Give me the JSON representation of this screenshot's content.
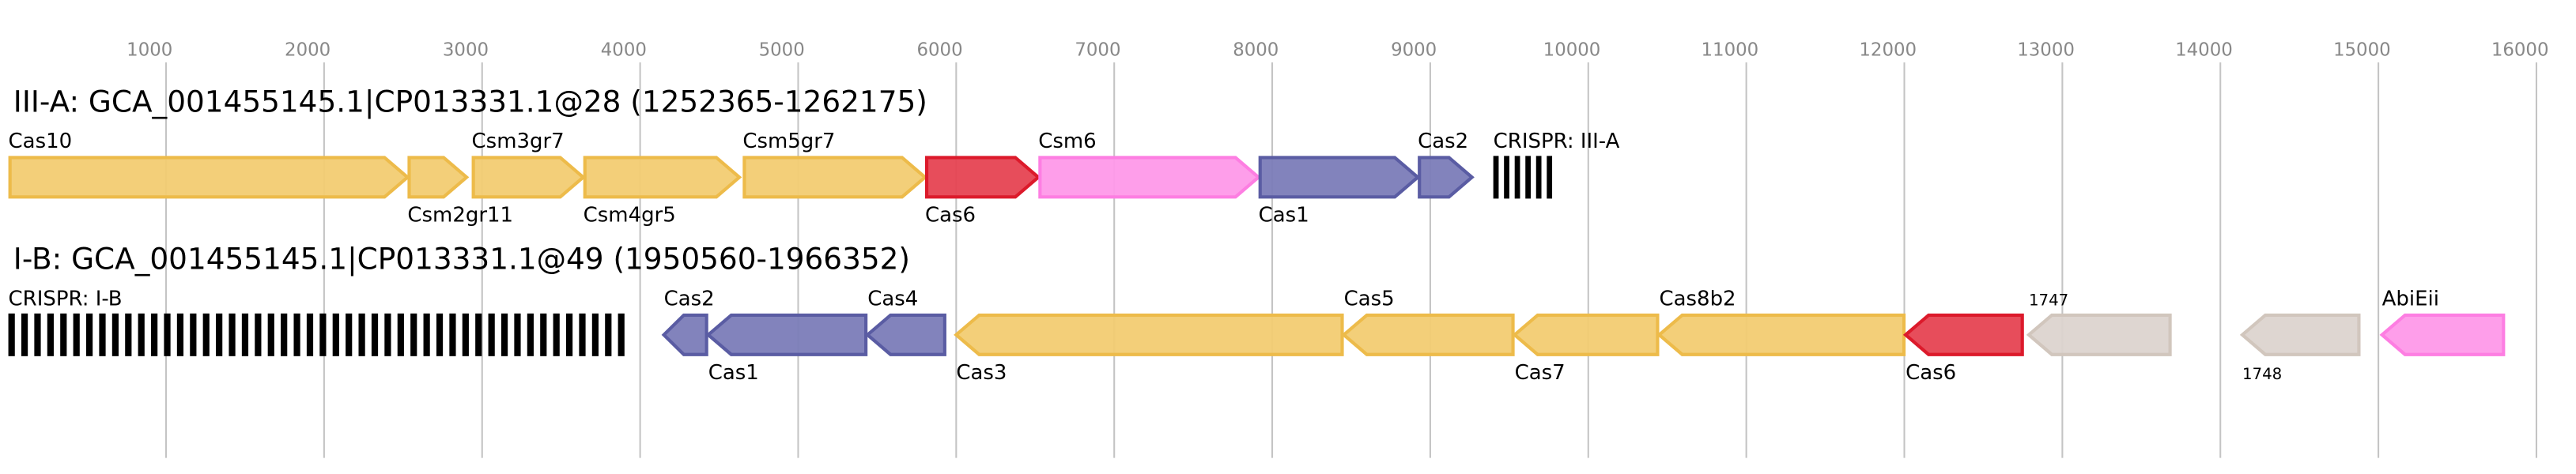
{
  "axis": {
    "ticks": [
      1000,
      2000,
      3000,
      4000,
      5000,
      6000,
      7000,
      8000,
      9000,
      10000,
      11000,
      12000,
      13000,
      14000,
      15000,
      16000
    ]
  },
  "colors": {
    "yellow": {
      "fill": "#f2cc72",
      "stroke": "#edbb4a"
    },
    "red": {
      "fill": "#e64352",
      "stroke": "#dc1a2b"
    },
    "pink": {
      "fill": "#fe99e9",
      "stroke": "#fd7ee2"
    },
    "blue": {
      "fill": "#7b7cb8",
      "stroke": "#5a5ca3"
    },
    "gray": {
      "fill": "#dcd4cf",
      "stroke": "#d1c6bd"
    }
  },
  "loci": [
    {
      "title": "III-A: GCA_001455145.1|CP013331.1@28 (1252365-1262175)",
      "crispr": {
        "label": "CRISPR: III-A",
        "start": 9399,
        "end": 9805,
        "repeats": 6
      },
      "genes": [
        {
          "name": "Cas10",
          "start": 2,
          "end": 2528,
          "strand": "+",
          "color": "yellow",
          "label_pos": "above"
        },
        {
          "name": "Csm2gr11",
          "start": 2528,
          "end": 2902,
          "strand": "+",
          "color": "yellow",
          "label_pos": "below"
        },
        {
          "name": "Csm3gr7",
          "start": 2934,
          "end": 3640,
          "strand": "+",
          "color": "yellow",
          "label_pos": "above"
        },
        {
          "name": "Csm4gr5",
          "start": 3640,
          "end": 4628,
          "strand": "+",
          "color": "yellow",
          "label_pos": "below"
        },
        {
          "name": "Csm5gr7",
          "start": 4649,
          "end": 5803,
          "strand": "+",
          "color": "yellow",
          "label_pos": "above"
        },
        {
          "name": "Cas6",
          "start": 5803,
          "end": 6520,
          "strand": "+",
          "color": "red",
          "label_pos": "below"
        },
        {
          "name": "Csm6",
          "start": 6520,
          "end": 7913,
          "strand": "+",
          "color": "pink",
          "label_pos": "above"
        },
        {
          "name": "Cas1",
          "start": 7913,
          "end": 8921,
          "strand": "+",
          "color": "blue",
          "label_pos": "below"
        },
        {
          "name": "Cas2",
          "start": 8921,
          "end": 9264,
          "strand": "+",
          "color": "blue",
          "label_pos": "above"
        }
      ]
    },
    {
      "title": "I-B: GCA_001455145.1|CP013331.1@49 (1950560-1966352)",
      "crispr": {
        "label": "CRISPR: I-B",
        "start": 2,
        "end": 3942,
        "repeats": 48
      },
      "genes": [
        {
          "name": "Cas2",
          "start": 4150,
          "end": 4431,
          "strand": "-",
          "color": "blue",
          "label_pos": "above"
        },
        {
          "name": "Cas1",
          "start": 4431,
          "end": 5439,
          "strand": "-",
          "color": "blue",
          "label_pos": "below"
        },
        {
          "name": "Cas4",
          "start": 5439,
          "end": 5938,
          "strand": "-",
          "color": "blue",
          "label_pos": "above"
        },
        {
          "name": "Cas3",
          "start": 6000,
          "end": 8453,
          "strand": "-",
          "color": "yellow",
          "label_pos": "below"
        },
        {
          "name": "Cas5",
          "start": 8453,
          "end": 9534,
          "strand": "-",
          "color": "yellow",
          "label_pos": "above"
        },
        {
          "name": "Cas7",
          "start": 9534,
          "end": 10449,
          "strand": "-",
          "color": "yellow",
          "label_pos": "below"
        },
        {
          "name": "Cas8b2",
          "start": 10449,
          "end": 12008,
          "strand": "-",
          "color": "yellow",
          "label_pos": "above"
        },
        {
          "name": "Cas6",
          "start": 12008,
          "end": 12757,
          "strand": "-",
          "color": "red",
          "label_pos": "below"
        },
        {
          "name": "1747",
          "start": 12788,
          "end": 13692,
          "strand": "-",
          "color": "gray",
          "label_pos": "above",
          "small": true
        },
        {
          "name": "1748",
          "start": 14139,
          "end": 14887,
          "strand": "-",
          "color": "gray",
          "label_pos": "below",
          "small": true
        },
        {
          "name": "AbiEii",
          "start": 15023,
          "end": 15802,
          "strand": "-",
          "color": "pink",
          "label_pos": "above"
        }
      ]
    }
  ]
}
